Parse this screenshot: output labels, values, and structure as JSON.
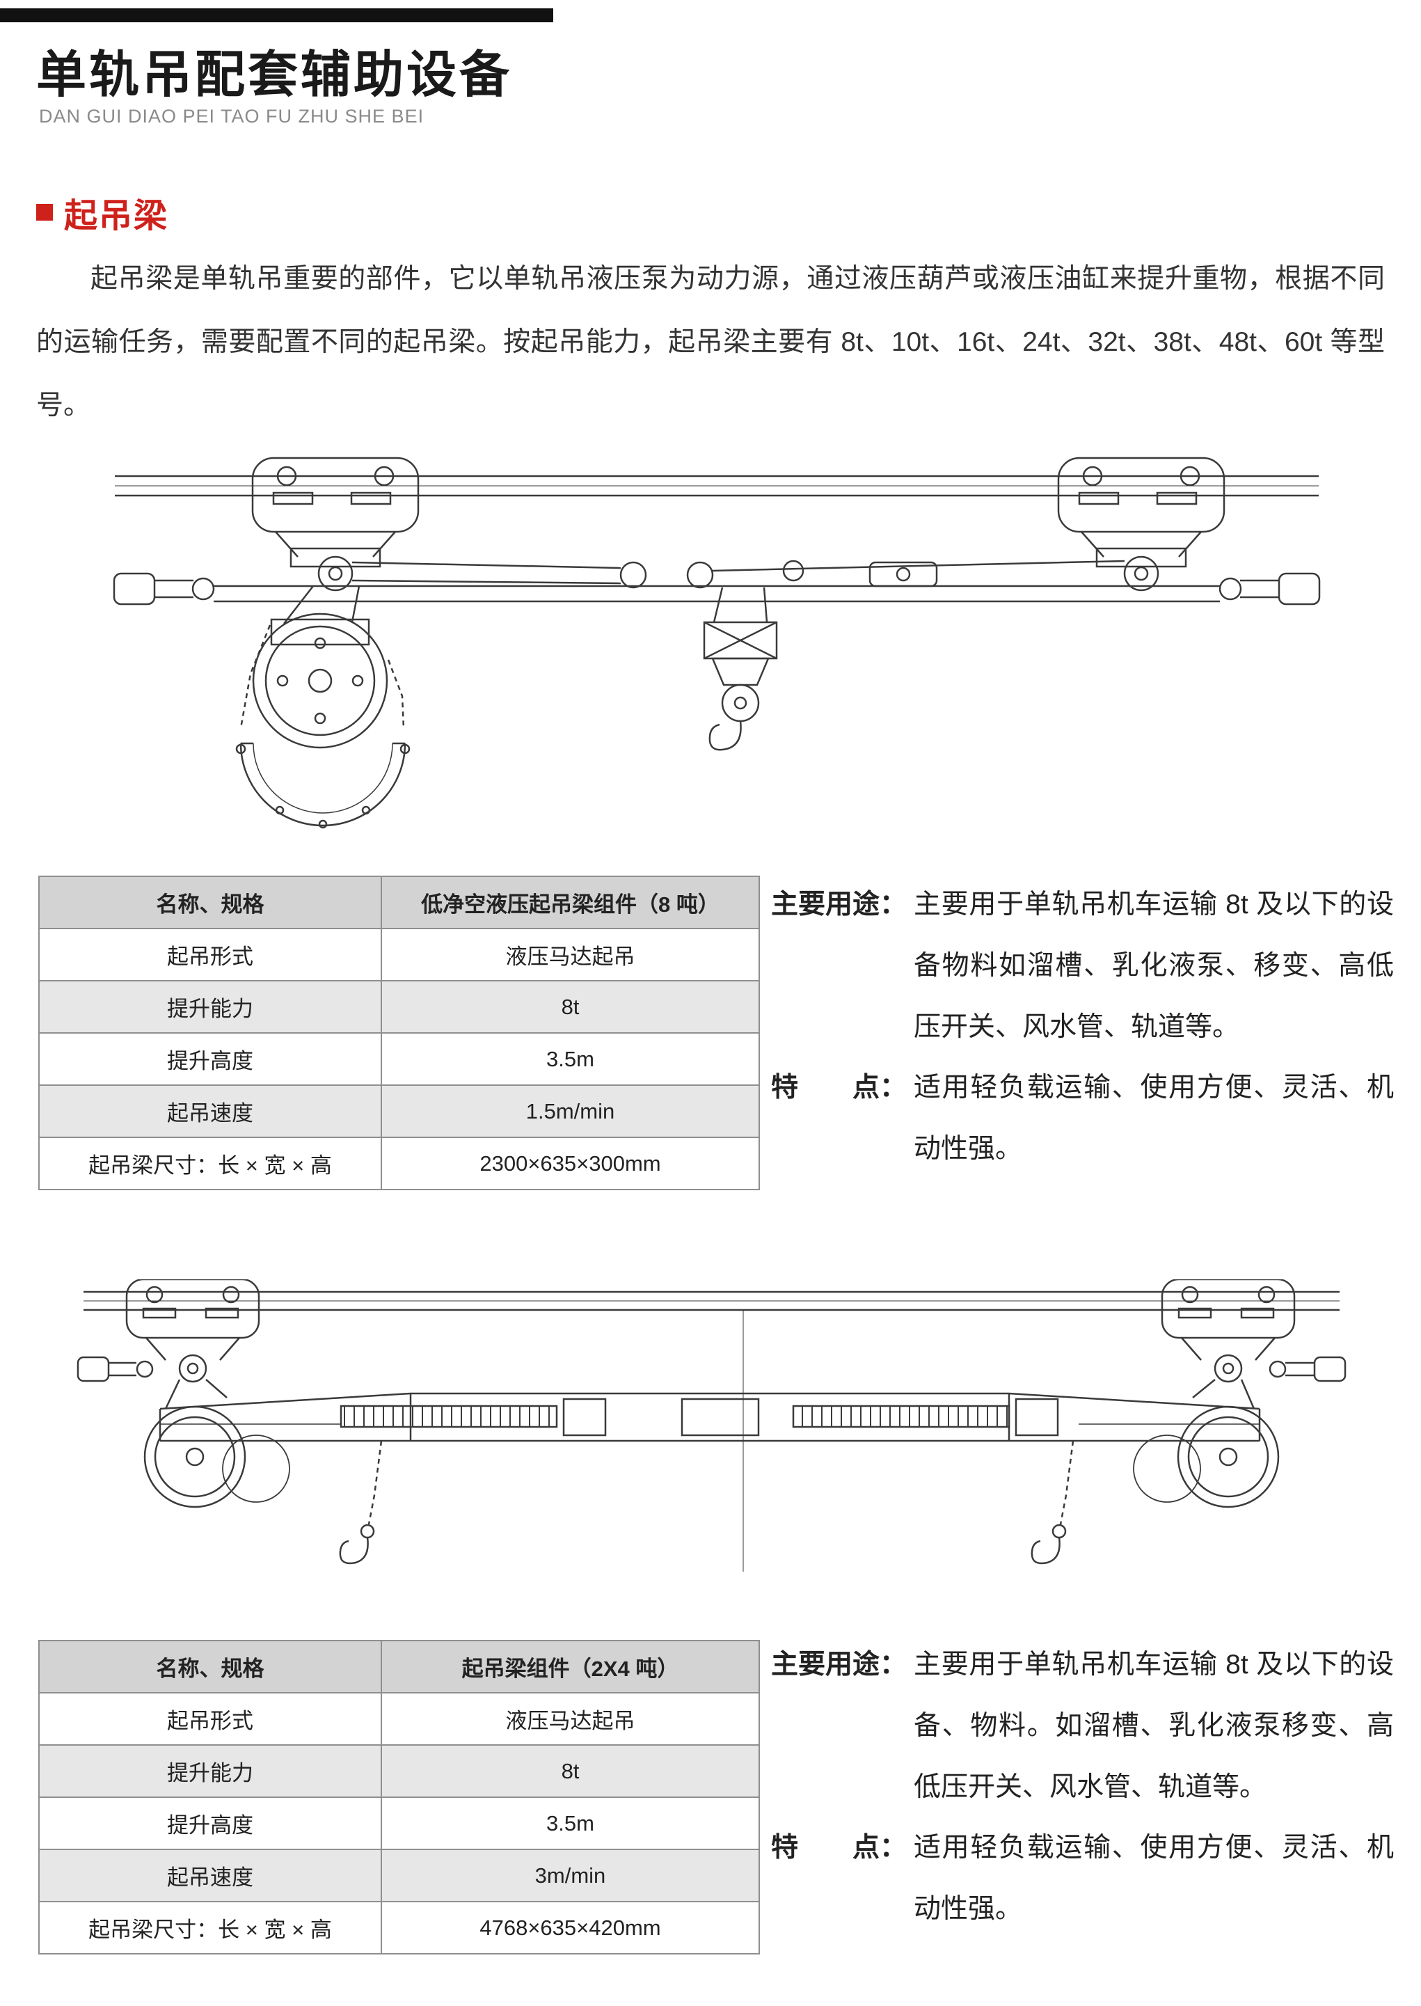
{
  "colors": {
    "accent_red": "#cf211b",
    "top_bar_black": "#111111",
    "table_header_bg": "#d3d3d3",
    "table_alt_row_bg": "#e7e7e7",
    "subtitle_gray": "#8a8a8a"
  },
  "header": {
    "title": "单轨吊配套辅助设备",
    "subtitle": "DAN GUI DIAO PEI TAO FU ZHU SHE BEI"
  },
  "section": {
    "heading": "起吊梁",
    "intro": "起吊梁是单轨吊重要的部件，它以单轨吊液压泵为动力源，通过液压葫芦或液压油缸来提升重物，根据不同的运输任务，需要配置不同的起吊梁。按起吊能力，起吊梁主要有 8t、10t、16t、24t、32t、38t、48t、60t 等型号。"
  },
  "product1": {
    "table": {
      "header": [
        "名称、规格",
        "低净空液压起吊梁组件（8 吨）"
      ],
      "rows": [
        [
          "起吊形式",
          "液压马达起吊"
        ],
        [
          "提升能力",
          "8t"
        ],
        [
          "提升高度",
          "3.5m"
        ],
        [
          "起吊速度",
          "1.5m/min"
        ],
        [
          "起吊梁尺寸：长 × 宽 × 高",
          "2300×635×300mm"
        ]
      ]
    },
    "usage_label": "主要用途：",
    "usage": "主要用于单轨吊机车运输 8t 及以下的设备物料如溜槽、乳化液泵、移变、高低压开关、风水管、轨道等。",
    "feature_label": "特　　点：",
    "feature": "适用轻负载运输、使用方便、灵活、机动性强。"
  },
  "product2": {
    "table": {
      "header": [
        "名称、规格",
        "起吊梁组件（2X4 吨）"
      ],
      "rows": [
        [
          "起吊形式",
          "液压马达起吊"
        ],
        [
          "提升能力",
          "8t"
        ],
        [
          "提升高度",
          "3.5m"
        ],
        [
          "起吊速度",
          "3m/min"
        ],
        [
          "起吊梁尺寸：长 × 宽 × 高",
          "4768×635×420mm"
        ]
      ]
    },
    "usage_label": "主要用途：",
    "usage": "主要用于单轨吊机车运输 8t 及以下的设备、物料。如溜槽、乳化液泵移变、高低压开关、风水管、轨道等。",
    "feature_label": "特　　点：",
    "feature": "适用轻负载运输、使用方便、灵活、机动性强。"
  }
}
